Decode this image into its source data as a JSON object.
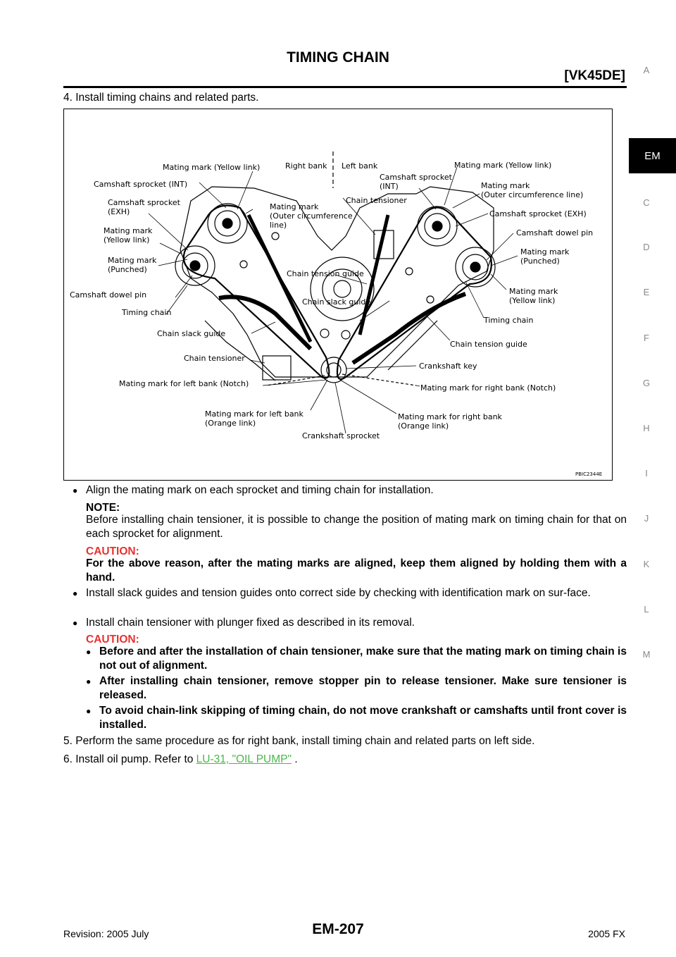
{
  "header": {
    "title": "TIMING CHAIN",
    "subtitle": "[VK45DE]"
  },
  "side_index": {
    "letters": [
      "A",
      "C",
      "D",
      "E",
      "F",
      "G",
      "H",
      "I",
      "J",
      "K",
      "L",
      "M"
    ],
    "active": "EM"
  },
  "step4": "4. Install timing chains and related parts.",
  "figure": {
    "code": "PBIC2344E",
    "labels": {
      "mm_yellow_l": "Mating mark (Yellow link)",
      "cam_int_l": "Camshaft sprocket (INT)",
      "cam_exh_l1": "Camshaft sprocket",
      "cam_exh_l2": "(EXH)",
      "mm_yl_l1": "Mating mark",
      "mm_yl_l2": "(Yellow link)",
      "mm_p_l1": "Mating mark",
      "mm_p_l2": "(Punched)",
      "dowel_l": "Camshaft dowel pin",
      "tchain_l": "Timing chain",
      "slack_l": "Chain slack guide",
      "tens_l": "Chain tensioner",
      "notch_l": "Mating mark for left bank (Notch)",
      "orange_l1": "Mating mark for left bank",
      "orange_l2": "(Orange link)",
      "crank_sprocket": "Crankshaft sprocket",
      "mm_outer_c1": "Mating mark",
      "mm_outer_c2": "(Outer circumference",
      "mm_outer_c3": "line)",
      "right_bank": "Right bank",
      "left_bank": "Left bank",
      "cam_int_r1": "Camshaft sprocket",
      "cam_int_r2": "(INT)",
      "tens_r": "Chain tensioner",
      "tens_guide_c": "Chain tension guide",
      "slack_c": "Chain slack guide",
      "mm_yellow_r": "Mating mark (Yellow link)",
      "mm_outer_r1": "Mating mark",
      "mm_outer_r2": "(Outer circumference line)",
      "cam_exh_r": "Camshaft sprocket (EXH)",
      "dowel_r": "Camshaft dowel pin",
      "mm_p_r1": "Mating mark",
      "mm_p_r2": "(Punched)",
      "mm_yl_r1": "Mating mark",
      "mm_yl_r2": "(Yellow link)",
      "tchain_r": "Timing chain",
      "tens_guide_r": "Chain tension guide",
      "crank_key": "Crankshaft key",
      "notch_r": "Mating mark for right bank (Notch)",
      "orange_r1": "Mating mark for right bank",
      "orange_r2": "(Orange link)"
    }
  },
  "bullet1": "Align the mating mark on each sprocket and timing chain for installation.",
  "note_label": "NOTE:",
  "note_text": "Before installing chain tensioner, it is possible to change the position of mating mark on timing chain for that on each sprocket for alignment.",
  "caution1_label": "CAUTION:",
  "caution1_text": "For the above reason, after the mating marks are aligned, keep them aligned by holding them with a hand.",
  "bullet2": "Install slack guides and tension guides onto correct side by checking with identification mark on sur-face.",
  "bullet3": "Install chain tensioner with plunger fixed as described in its removal.",
  "caution2_label": "CAUTION:",
  "caution2_items": [
    "Before and after the installation of chain tensioner, make sure that the mating mark on timing chain is not out of alignment.",
    "After installing chain tensioner, remove stopper pin to release tensioner. Make sure tensioner is released.",
    "To avoid chain-link skipping of timing chain, do not move crankshaft or camshafts until front cover is installed."
  ],
  "step5": "5. Perform the same procedure as for right bank, install timing chain and related parts on left side.",
  "step6_prefix": "6. Install oil pump. Refer to ",
  "step6_link": "LU-31, \"OIL PUMP\"",
  "step6_suffix": " .",
  "footer": {
    "left": "Revision: 2005 July",
    "center": "EM-207",
    "right": "2005 FX"
  }
}
